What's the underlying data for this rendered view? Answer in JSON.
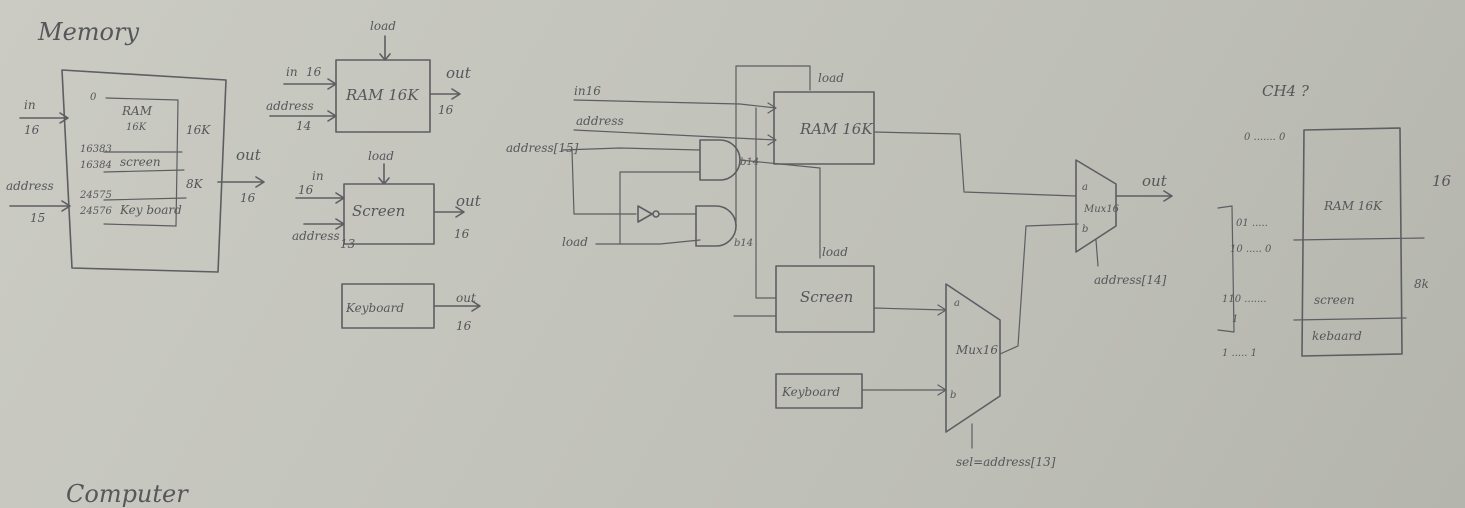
{
  "memory": {
    "title": "Memory",
    "in_label": "in",
    "in_width": "16",
    "address_label": "address",
    "address_width": "15",
    "zero": "0",
    "ram_label": "RAM",
    "ram_size": "16K",
    "addr_16383": "16383",
    "addr_16384": "16384",
    "screen_label": "screen",
    "addr_24575": "24575",
    "addr_24576": "24576",
    "keyboard_label": "Key board",
    "size_16k": "16K",
    "size_8k": "8K",
    "out_label": "out",
    "out_width": "16"
  },
  "ram16k_chip": {
    "load": "load",
    "in": "in",
    "in_width": "16",
    "address": "address",
    "address_width": "14",
    "name": "RAM 16K",
    "out": "out",
    "out_width": "16"
  },
  "screen_chip": {
    "load": "load",
    "in": "in",
    "in_width": "16",
    "address": "address",
    "address_width": "13",
    "name": "Screen",
    "out": "out",
    "out_width": "16"
  },
  "keyboard_chip": {
    "name": "Keyboard",
    "out": "out",
    "out_width": "16"
  },
  "circuit": {
    "in_label": "in16",
    "address_top": "address",
    "address_left": "address[15]",
    "load_left": "load",
    "gate1_out": "b14",
    "gate2_out": "b14",
    "ram_load": "load",
    "ram_name": "RAM 16K",
    "screen_load": "load",
    "screen_name": "Screen",
    "keyboard_name": "Keyboard",
    "mux_a": "a",
    "mux_b": "b",
    "mux_name": "Mux16",
    "mux_sel": "sel=address[13]",
    "mux2_a": "a",
    "mux2_b": "b",
    "mux2_name": "Mux16",
    "out_label": "out",
    "mux2_sel": "address[14]"
  },
  "map": {
    "title": "CH4 ?",
    "row_top": "0 ....... 0",
    "ram_label": "RAM 16K",
    "size_16": "16",
    "row_01": "01 .....",
    "row_10": "10 .....  0",
    "size_8k": "8k",
    "row_110": "110 .......",
    "screen_label": "screen",
    "row_1_a": "1",
    "keyboard_label": "kebaard",
    "row_bottom": "1 ..... 1"
  },
  "computer": {
    "title": "Computer"
  }
}
